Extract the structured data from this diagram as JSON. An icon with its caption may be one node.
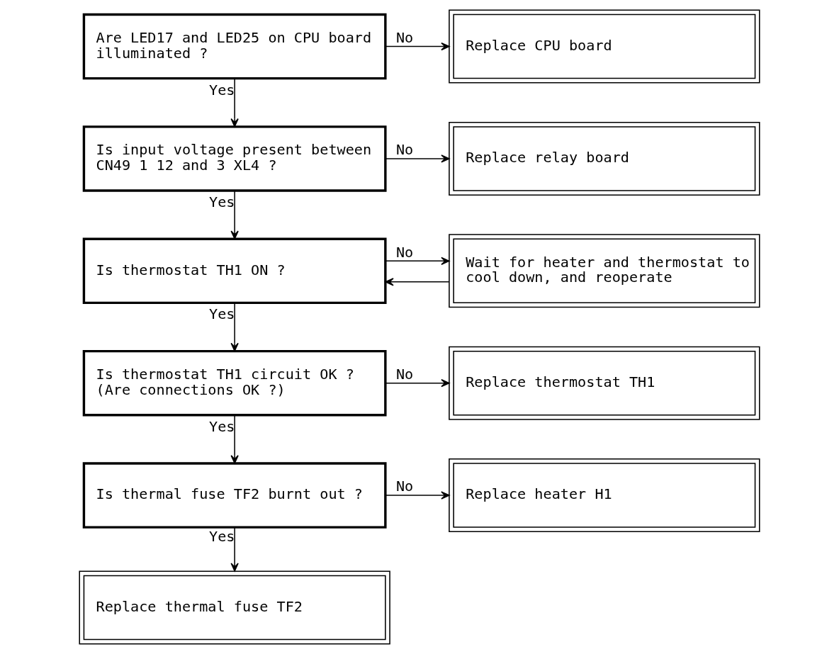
{
  "diagram": {
    "nodes": [
      {
        "text": [
          "Are LED17 and LED25 on CPU board illuminated ?"
        ]
      },
      {
        "text": [
          "Replace CPU board"
        ]
      },
      {
        "text": [
          "Is input voltage present between CN49 1 12 and 3 XL4 ?"
        ]
      },
      {
        "text": [
          "Replace relay board"
        ]
      },
      {
        "text": [
          "Is thermostat TH1 ON ?"
        ]
      },
      {
        "text": [
          "Wait for heater and thermostat to cool down, and reoperate"
        ]
      },
      {
        "text": [
          "Is thermostat TH1 circuit OK ? (Are connections OK ?)"
        ]
      },
      {
        "text": [
          "Replace thermostat TH1"
        ]
      },
      {
        "text": [
          "Is thermal fuse TF2 burnt out ?"
        ]
      },
      {
        "text": [
          "Replace heater H1"
        ]
      },
      {
        "text": [
          "Replace thermal fuse TF2"
        ]
      }
    ],
    "edges": [
      {
        "from": 0,
        "to": 1,
        "arrow": "to",
        "label": "No"
      },
      {
        "from": 0,
        "to": 2,
        "arrow": "to",
        "label": "Yes"
      },
      {
        "from": 2,
        "to": 3,
        "arrow": "to",
        "label": "No"
      },
      {
        "from": 2,
        "to": 4,
        "arrow": "to",
        "label": "Yes"
      },
      {
        "from": 4,
        "to": 5,
        "arrow": "to",
        "label": "No"
      },
      {
        "from": 5,
        "to": 4,
        "arrow": "to"
      },
      {
        "from": 4,
        "to": 6,
        "arrow": "to",
        "label": "Yes"
      },
      {
        "from": 6,
        "to": 7,
        "arrow": "to",
        "label": "No"
      },
      {
        "from": 6,
        "to": 8,
        "arrow": "to",
        "label": "Yes"
      },
      {
        "from": 8,
        "to": 9,
        "arrow": "to",
        "label": "No"
      },
      {
        "from": 8,
        "to": 10,
        "arrow": "to",
        "label": "Yes"
      }
    ]
  }
}
